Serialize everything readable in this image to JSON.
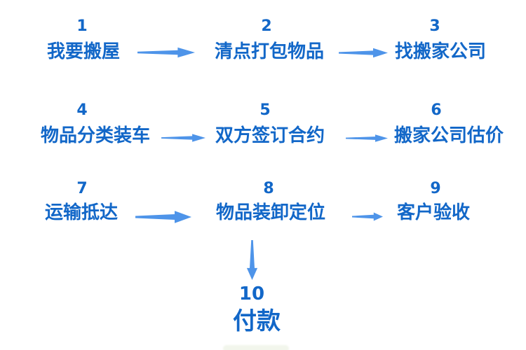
{
  "colors": {
    "step_text": "#1267C8",
    "arrow": "#4E94E9",
    "background": "#FFFFFF"
  },
  "flow": {
    "steps": [
      {
        "number": "1",
        "label": "我要搬屋"
      },
      {
        "number": "2",
        "label": "清点打包物品"
      },
      {
        "number": "3",
        "label": "找搬家公司"
      },
      {
        "number": "4",
        "label": "物品分类装车"
      },
      {
        "number": "5",
        "label": "双方签订合约"
      },
      {
        "number": "6",
        "label": "搬家公司估价"
      },
      {
        "number": "7",
        "label": "运输抵达"
      },
      {
        "number": "8",
        "label": "物品装卸定位"
      },
      {
        "number": "9",
        "label": "客户验收"
      },
      {
        "number": "10",
        "label": "付款"
      }
    ],
    "connections": [
      {
        "from": "1",
        "to": "2",
        "direction": "right"
      },
      {
        "from": "2",
        "to": "3",
        "direction": "right"
      },
      {
        "from": "4",
        "to": "5",
        "direction": "right"
      },
      {
        "from": "5",
        "to": "6",
        "direction": "right"
      },
      {
        "from": "7",
        "to": "8",
        "direction": "right"
      },
      {
        "from": "8",
        "to": "9",
        "direction": "right"
      },
      {
        "from": "8",
        "to": "10",
        "direction": "down"
      }
    ]
  }
}
